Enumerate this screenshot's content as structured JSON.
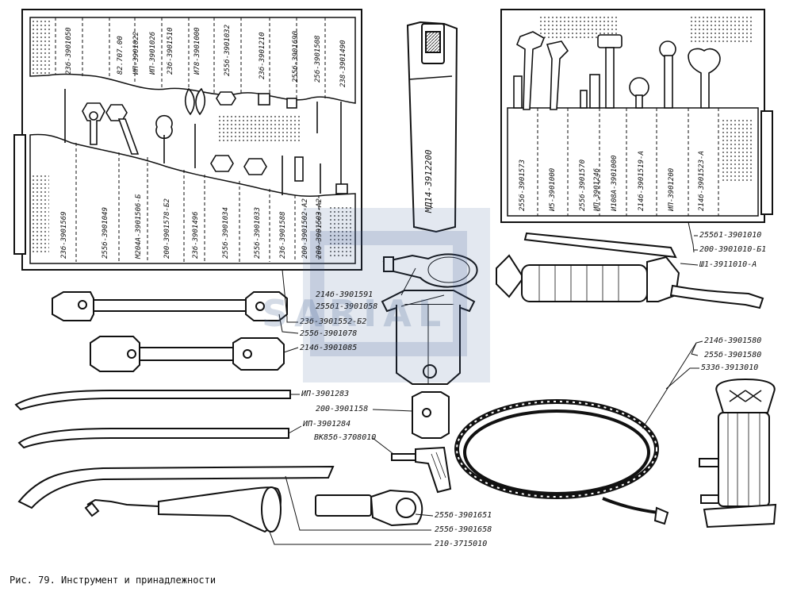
{
  "caption": "Рис. 79. Инструмент и принадлежности",
  "watermark_text": "SARIAL",
  "left_roll": {
    "upper_labels": [
      "23б-3901050",
      "82.707.00",
      "ИП-3901022",
      "ИП-3901026",
      "23б-3901510",
      "И78-3901000",
      "255б-3901032",
      "23б-3901210",
      "255б-3901690",
      "25б-3901508",
      "238-3901490"
    ],
    "lower_labels": [
      "23б-3901569",
      "255б-3901049",
      "М204А-3901506-Б",
      "200-3901578-Б2",
      "23б-3901496",
      "255б-3901034",
      "255б-3901033",
      "23б-3901588",
      "200-3901502-А2",
      "200-3901503-А2"
    ]
  },
  "sheath_label": "МД14-3912200",
  "right_roll": {
    "labels": [
      "255б-3901573",
      "И5-3901000",
      "255б-3901570",
      "ИП-3901246",
      "И108А-3901000",
      "214б-3901519-А",
      "ИП-3901200",
      "214б-3901523-А"
    ]
  },
  "callouts": {
    "grease_gun_1": "255б1-3901010",
    "grease_gun_2": "200-3901010-Б1",
    "grease_gun_3": "Ш1-3911010-А",
    "pump_1": "214б-3901591",
    "pump_2": "255б1-3901058",
    "wrench_1": "23б-3901552-Б2",
    "wrench_2": "255б-3901078",
    "wrench_3": "214б-3901085",
    "bar_1": "ИП-3901283",
    "bar_2": "ИП-3901284",
    "nut_1": "200-3901158",
    "lamp": "ВК85б-3708010",
    "hose_1": "214б-3901580",
    "hose_2": "255б-3901580",
    "jack": "533б-3913010",
    "handle_1": "255б-3901651",
    "handle_2": "255б-3901658",
    "handle_3": "210-3715010"
  }
}
